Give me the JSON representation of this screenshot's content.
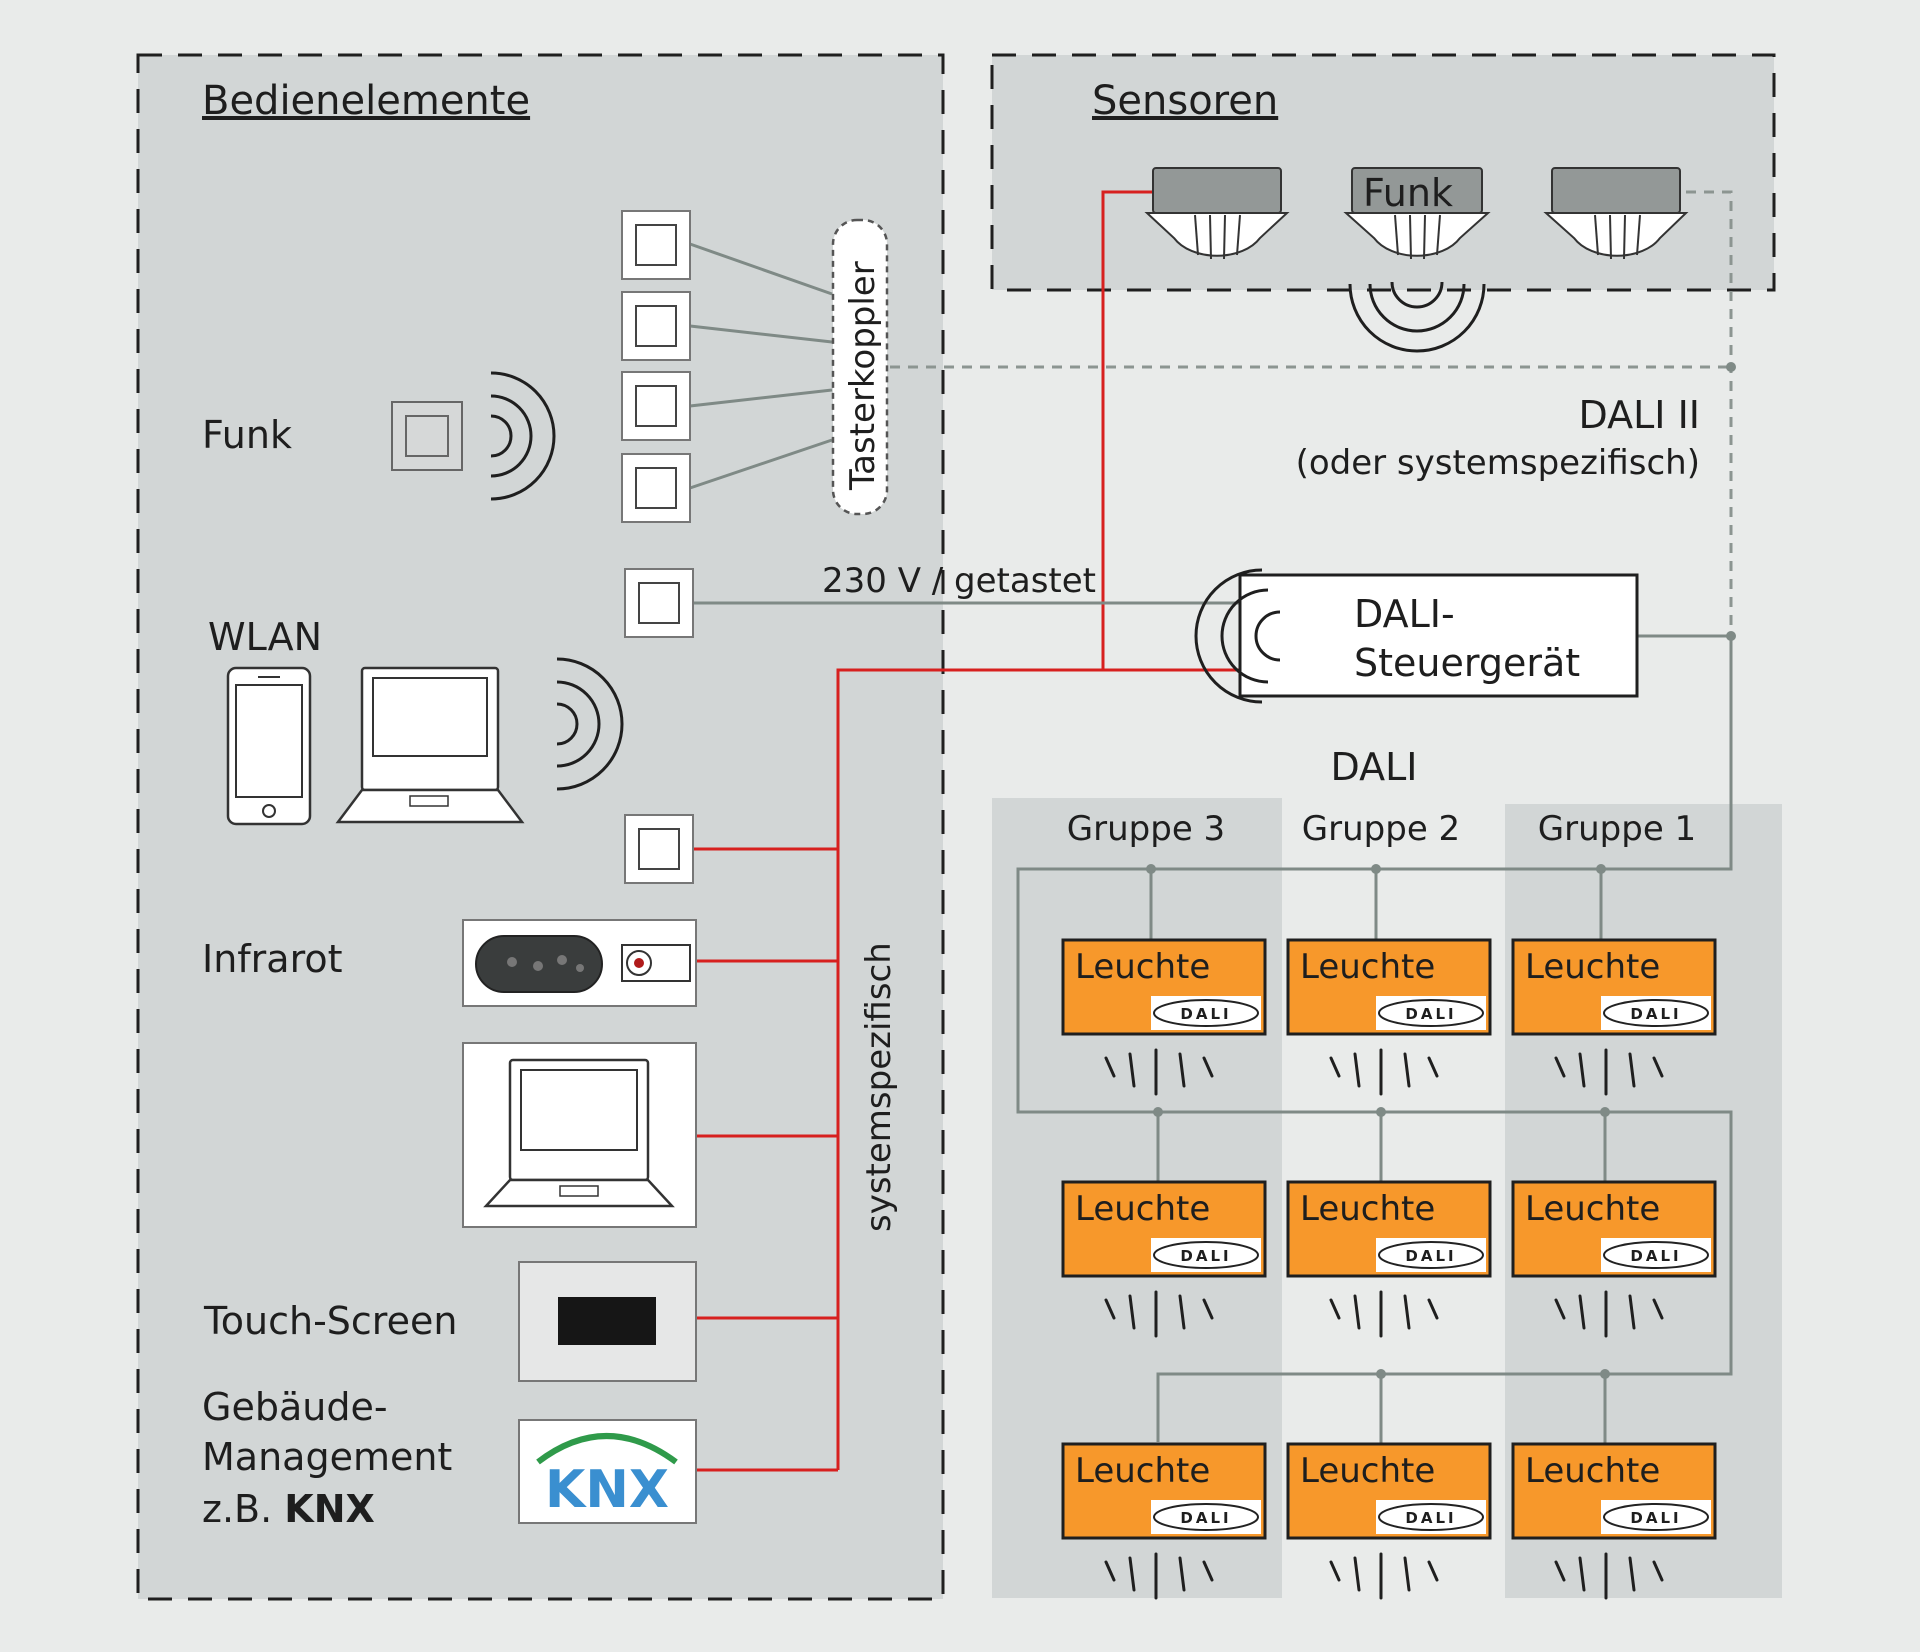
{
  "sections": {
    "controls_title": "Bedienelemente",
    "sensors_title": "Sensoren"
  },
  "controls": {
    "funk": "Funk",
    "wlan": "WLAN",
    "infrarot": "Infrarot",
    "touch": "Touch-Screen",
    "gebaeude_line1": "Gebäude-",
    "gebaeude_line2": "Management",
    "gebaeude_line3_prefix": "z.B. ",
    "gebaeude_line3_bold": "KNX",
    "knx_logo": "KNX"
  },
  "labels": {
    "tasterkoppler": "Tasterkoppler",
    "systemspezifisch": "systemspezifisch",
    "volt": "230 V / getastet",
    "sensor_funk": "Funk",
    "dali2": "DALI II",
    "dali2_sub": "(oder systemspezifisch)",
    "steuer_line1": "DALI-",
    "steuer_line2": "Steuergerät",
    "dali": "DALI"
  },
  "groups": [
    "Gruppe 3",
    "Gruppe 2",
    "Gruppe 1"
  ],
  "luminaire": {
    "label": "Leuchte",
    "badge": "DALI"
  },
  "colors": {
    "red_line": "#d7201f",
    "gray_line": "#7f8a86",
    "panel": "#d2d6d6",
    "luminaire": "#f7982b"
  }
}
